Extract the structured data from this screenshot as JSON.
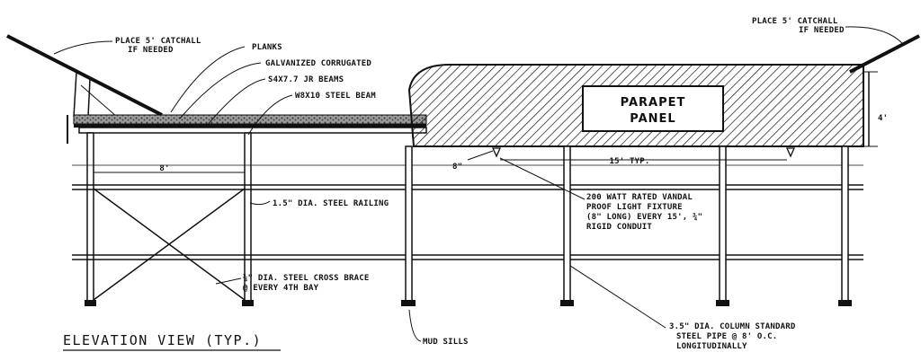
{
  "title": "ELEVATION VIEW (TYP.)",
  "parapet_panel": [
    "PARAPET",
    "PANEL"
  ],
  "callouts": {
    "catchall_left": [
      "PLACE 5' CATCHALL",
      "IF NEEDED"
    ],
    "planks": "PLANKS",
    "corrugated": "GALVANIZED CORRUGATED",
    "jr_beams": "S4X7.7 JR BEAMS",
    "steel_beam": "W8X10 STEEL BEAM",
    "catchall_right": [
      "PLACE 5' CATCHALL",
      "IF NEEDED"
    ],
    "railing": "1.5\" DIA. STEEL RAILING",
    "cross_brace": [
      "¾\" DIA. STEEL CROSS BRACE",
      "@ EVERY 4TH BAY"
    ],
    "light_fixture": [
      "200 WATT RATED VANDAL",
      "PROOF LIGHT FIXTURE",
      "(8\" LONG) EVERY 15', ¾\"",
      "RIGID CONDUIT"
    ],
    "mud_sills": "MUD SILLS",
    "column": [
      "3.5\" DIA. COLUMN STANDARD",
      "STEEL PIPE @ 8' O.C.",
      "LONGITUDINALLY"
    ]
  },
  "dimensions": {
    "bay_width": "8'",
    "fixture_spacing": "15' TYP.",
    "fixture_offset": "8\"",
    "panel_height": "4'"
  }
}
